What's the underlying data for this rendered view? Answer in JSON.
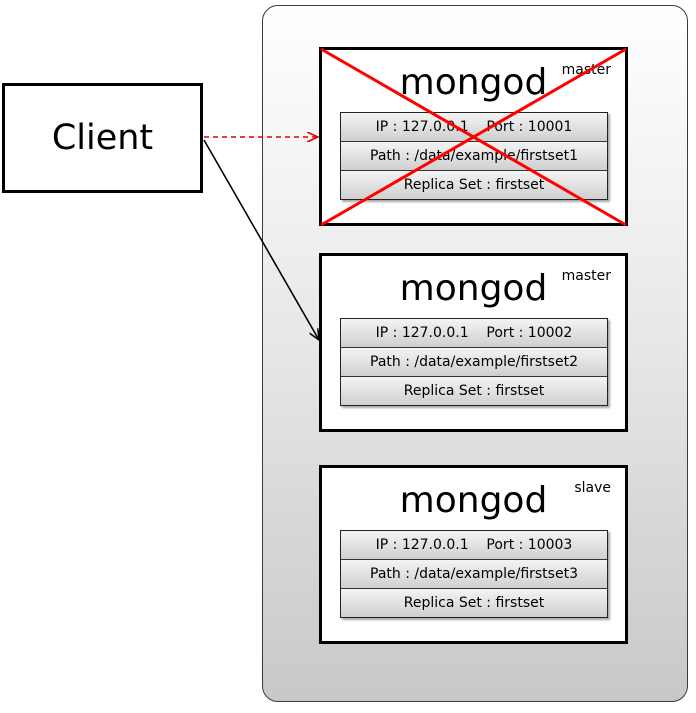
{
  "client": {
    "label": "Client"
  },
  "nodes": [
    {
      "title": "mongod",
      "role": "master",
      "ip": "IP : 127.0.0.1    Port : 10001",
      "path": "Path : /data/example/firstset1",
      "replica": "Replica Set : firstset",
      "status": "down"
    },
    {
      "title": "mongod",
      "role": "master",
      "ip": "IP : 127.0.0.1    Port : 10002",
      "path": "Path : /data/example/firstset2",
      "replica": "Replica Set : firstset",
      "status": "up"
    },
    {
      "title": "mongod",
      "role": "slave",
      "ip": "IP : 127.0.0.1    Port : 10003",
      "path": "Path : /data/example/firstset3",
      "replica": "Replica Set : firstset",
      "status": "up"
    }
  ],
  "colors": {
    "failed_connection": "#e00000",
    "active_connection": "#000000"
  }
}
